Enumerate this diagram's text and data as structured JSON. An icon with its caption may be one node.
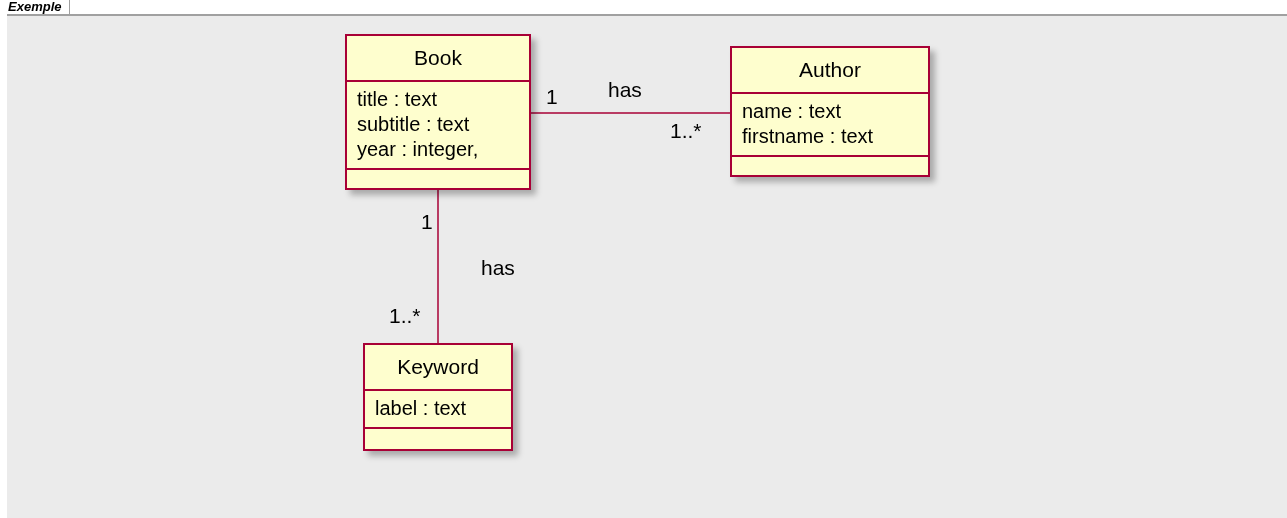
{
  "diagram": {
    "title": "Exemple",
    "nodes": [
      {
        "text": [
          "Book",
          "title : text",
          "subtitle : text",
          "year : integer,"
        ]
      },
      {
        "text": [
          "Author",
          "name : text",
          "firstname : text"
        ]
      },
      {
        "text": [
          "Keyword",
          "label : text"
        ]
      }
    ],
    "edges": [
      {
        "from": 0,
        "to": 1,
        "arrow": "none",
        "label": "has"
      },
      {
        "from": 0,
        "to": 2,
        "arrow": "none",
        "label": "has"
      }
    ],
    "labels": [
      "1",
      "1..*",
      "1",
      "1..*"
    ]
  }
}
